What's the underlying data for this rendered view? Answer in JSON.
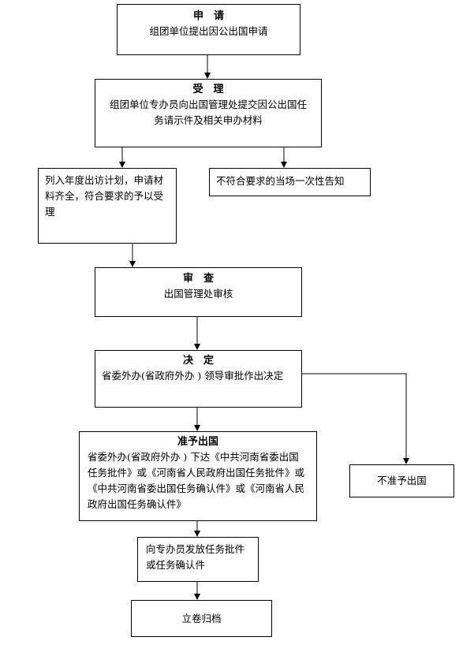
{
  "flow": {
    "apply": {
      "title": "申　请",
      "body": "组团单位提出因公出国申请"
    },
    "accept": {
      "title": "受　理",
      "body": "组团单位专办员向出国管理处提交因公出国任务请示件及相关申办材料"
    },
    "accepted_branch": {
      "body": "列入年度出访计划，申请材料齐全，符合要求的予以受理"
    },
    "rejected_branch": {
      "body": "不符合要求的当场一次性告知"
    },
    "review": {
      "title": "审　查",
      "body": "出国管理处审核"
    },
    "decision": {
      "title": "决　定",
      "body": "省委外办(省政府外办 ) 领导审批作出决定"
    },
    "approve": {
      "title": "准予出国",
      "body": "省委外办(省政府外办 ) 下达《中共河南省委出国任务批件》或《河南省人民政府出国任务批件》或《中共河南省委出国任务确认件》或《河南省人民政府出国任务确认件》"
    },
    "deny": {
      "body": "不准予出国"
    },
    "issue": {
      "body": "向专办员发放任务批件或任务确认件"
    },
    "archive": {
      "body": "立卷归档"
    }
  }
}
